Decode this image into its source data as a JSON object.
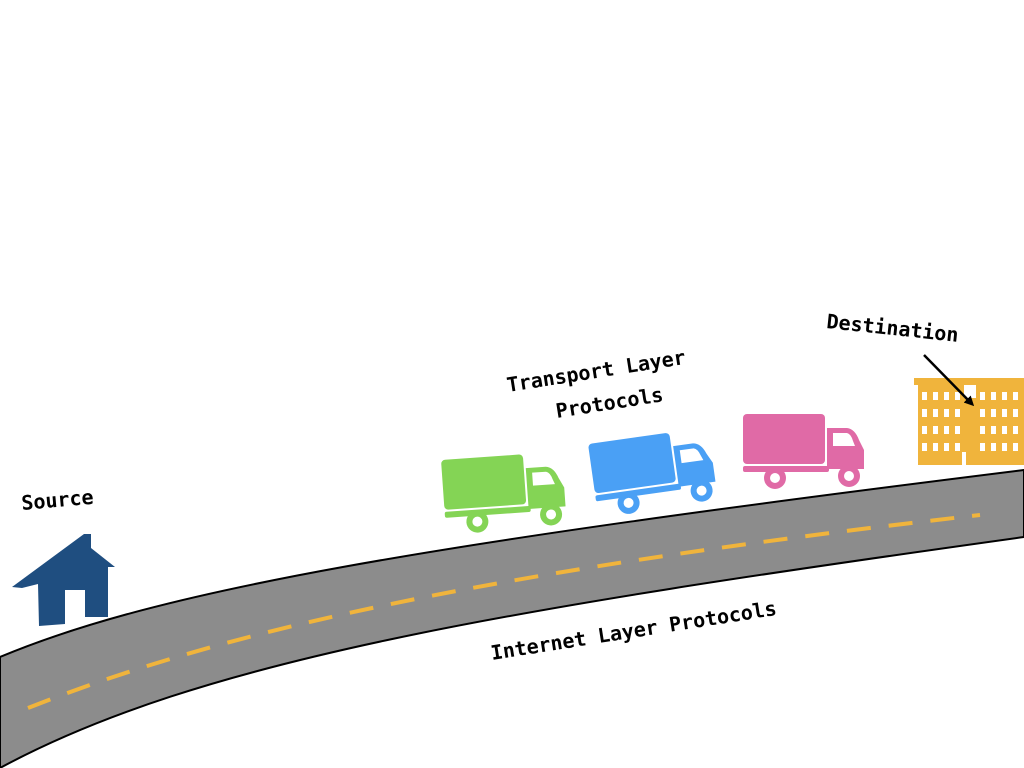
{
  "labels": {
    "source": "Source",
    "destination": "Destination",
    "transport_line1": "Transport Layer",
    "transport_line2": "Protocols",
    "internet": "Internet Layer Protocols"
  },
  "colors": {
    "road": "#8c8c8c",
    "road_edge": "#000000",
    "lane_dash": "#f0b43c",
    "house": "#1f4e80",
    "building": "#f0b43c",
    "truck_green": "#84d455",
    "truck_blue": "#4aa0f5",
    "truck_pink": "#e06aa6",
    "text": "#000000"
  },
  "icons": {
    "source": "house-icon",
    "destination": "office-building-icon",
    "packets": [
      "truck-icon",
      "truck-icon",
      "truck-icon"
    ],
    "pointer": "arrow-icon"
  }
}
